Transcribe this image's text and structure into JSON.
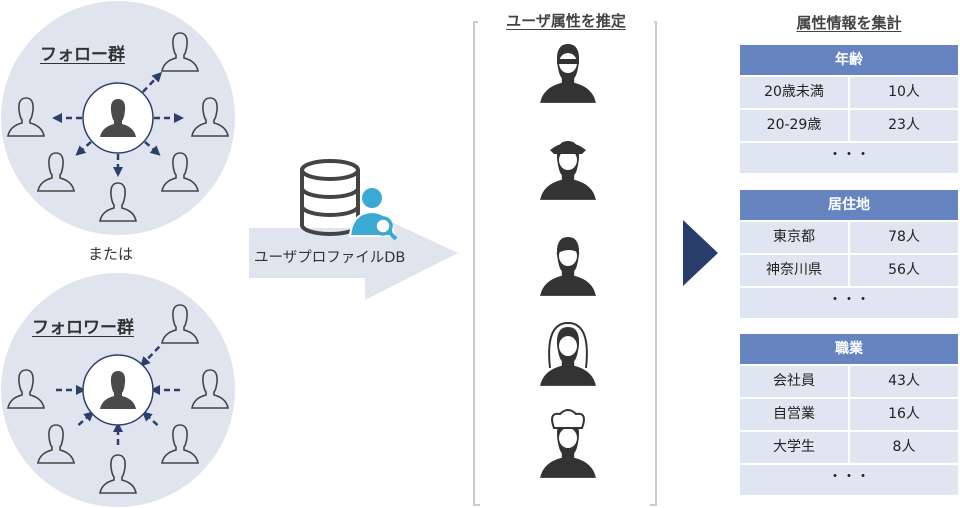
{
  "follow_group": {
    "title": "フォロー群"
  },
  "or_label": "または",
  "follower_group": {
    "title": "フォロワー群"
  },
  "db_label": "ユーザプロファイルDB",
  "estimate_title": "ユーザ属性を推定",
  "aggregate_title": "属性情報を集計",
  "tables": [
    {
      "header": "年齢",
      "rows": [
        [
          "20歳未満",
          "10人"
        ],
        [
          "20-29歳",
          "23人"
        ]
      ],
      "more": "・・・"
    },
    {
      "header": "居住地",
      "rows": [
        [
          "東京都",
          "78人"
        ],
        [
          "神奈川県",
          "56人"
        ]
      ],
      "more": "・・・"
    },
    {
      "header": "職業",
      "rows": [
        [
          "会社員",
          "43人"
        ],
        [
          "自営業",
          "16人"
        ],
        [
          "大学生",
          "8人"
        ]
      ],
      "more": "・・・"
    }
  ],
  "colors": {
    "circle_bg": "#dfe4ee",
    "arrow": "#2c3f6b",
    "header": "#6584c0",
    "cell": "#dfe5f1",
    "db_user": "#3aaad4"
  }
}
